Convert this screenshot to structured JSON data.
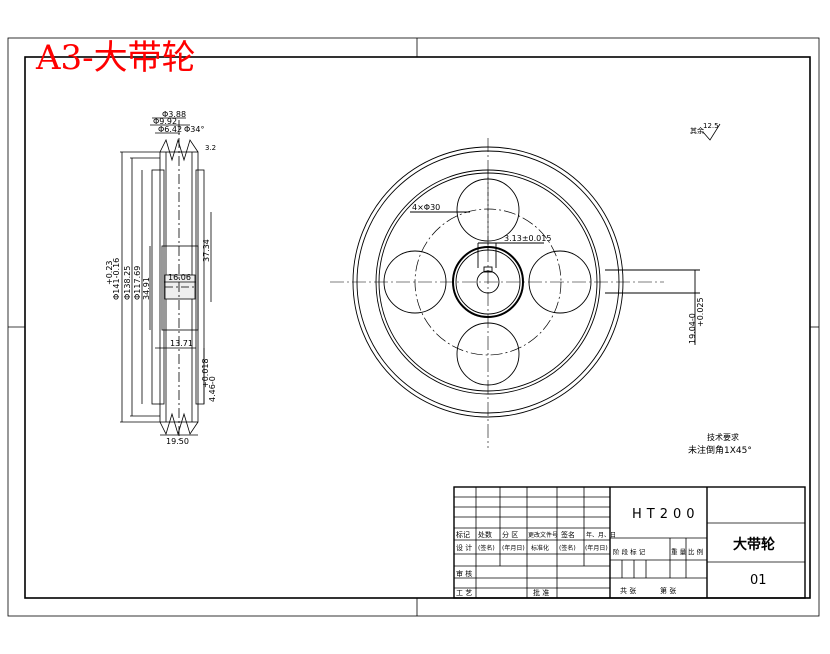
{
  "drawing_title": "A3-大带轮",
  "side_view": {
    "dims": {
      "d_top1": "Φ3.88",
      "d_top2": "Φ9.92",
      "d_top3": "Φ6.42",
      "angle": "Φ34°",
      "note_roughness": "3.2",
      "d_outer": "Φ141-0.16",
      "d_outer_tol": "+0.23",
      "d_groove": "Φ138.25",
      "d_hub": "Φ117.69",
      "d_bore_ring": "34.91",
      "w_hub": "16.06",
      "w_rim": "13.71",
      "h_37": "37.34",
      "tol_018": "+0.018",
      "v_446": "4.46-0",
      "w_total": "19.50"
    }
  },
  "front_view": {
    "d_holes": "4×Φ30",
    "keyway": "3.13±0.015",
    "rough_symbol": "12.5",
    "rough_label": "其余",
    "v_1904": "19.04-0",
    "tol_025": "+0.025",
    "tech_req_title": "技术要求",
    "tech_req_line": "未注倒角1X45°"
  },
  "title_block": {
    "material": "HT200",
    "part_name": "大带轮",
    "drawing_no": "01",
    "row_headers": [
      "标记",
      "处数",
      "分 区",
      "更改文件号",
      "签名",
      "年、月、日"
    ],
    "design_row": [
      "设 计",
      "(签名)",
      "(年月日)",
      "标准化",
      "(签名)",
      "(年月日)"
    ],
    "review": "审 核",
    "process": "工 艺",
    "approve": "批 准",
    "stage_labels": [
      "阶 段 标 记",
      "重 量",
      "比 例"
    ],
    "sheet_labels": [
      "共   张",
      "第   张"
    ]
  }
}
